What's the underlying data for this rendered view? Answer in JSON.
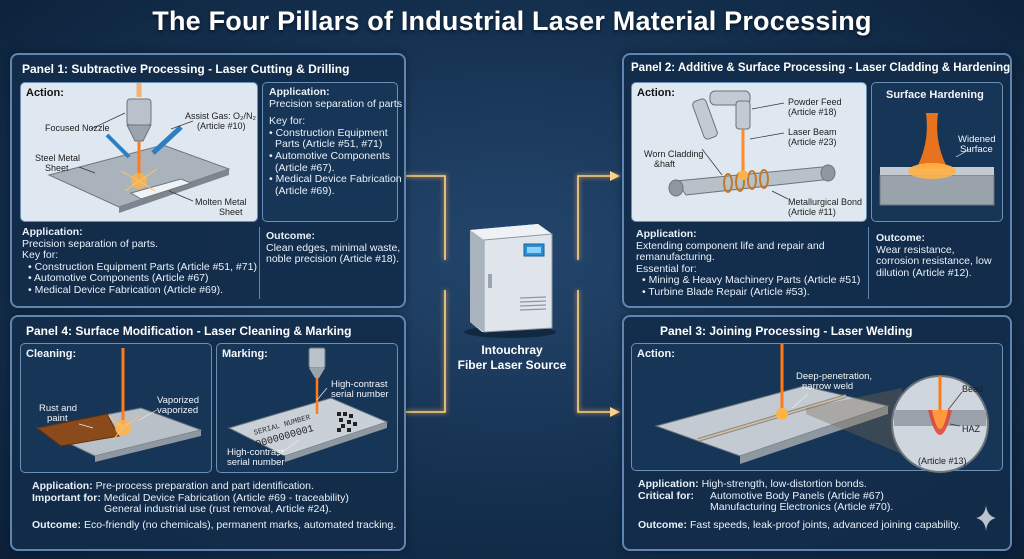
{
  "title": "The Four Pillars of Industrial Laser Material Processing",
  "center": {
    "line1": "Intouchray",
    "line2": "Fiber Laser Source"
  },
  "panel1": {
    "title": "Panel 1: Subtractive Processing - Laser Cutting & Drilling",
    "action_label": "Action:",
    "focused_nozzle": "Focused Nozzle",
    "assist_gas_1": "Assist Gas: O₂/N₂",
    "assist_gas_2": "(Article #10)",
    "steel_1": "Steel Metal",
    "steel_2": "Sheet",
    "molten_1": "Molten Metal",
    "molten_2": "Sheet",
    "app_box": {
      "heading": "Application:",
      "line": "Precision separation of parts",
      "keyfor": "Key for:",
      "items": [
        "• Construction Equipment",
        "  Parts (Article #51, #71)",
        "• Automotive Components",
        "  (Article #67).",
        "• Medical Device Fabrication",
        "  (Article #69)."
      ]
    },
    "application": {
      "heading": "Application:",
      "line": "Precision separation of parts.",
      "keyfor": "Key for:",
      "items": [
        "• Construction Equipment Parts (Article #51, #71)",
        "• Automotive Components (Article #67)",
        "• Medical Device Fabrication (Article #69)."
      ]
    },
    "outcome": {
      "heading": "Outcome:",
      "lines": [
        "Clean edges, minimal waste,",
        "noble precision (Article #18)."
      ]
    }
  },
  "panel2": {
    "title": "Panel 2: Additive & Surface Processing - Laser Cladding & Hardening",
    "action_label": "Action:",
    "powder_1": "Powder Feed",
    "powder_2": "(Article #18)",
    "beam_1": "Laser Beam",
    "beam_2": "(Article #23)",
    "worn_1": "Worn Cladding",
    "worn_2": "&haft",
    "bond_1": "Metallurgical Bond",
    "bond_2": "(Article #11)",
    "hardening_title": "Surface Hardening",
    "widened_1": "Widened",
    "widened_2": "Surface",
    "application": {
      "heading": "Application:",
      "lines": [
        "Extending component life and repair and",
        "remanufacturing."
      ],
      "essential": "Essential for:",
      "items": [
        "• Mining & Heavy Machinery Parts (Article #51)",
        "• Turbine Blade Repair (Article #53)."
      ]
    },
    "outcome": {
      "heading": "Outcome:",
      "lines": [
        "Wear resistance,",
        "corrosion resistance, low",
        "dilution (Article #12)."
      ]
    }
  },
  "panel3": {
    "title": "Panel 3: Joining Processing - Laser Welding",
    "action_label": "Action:",
    "weld_1": "Deep-penetration,",
    "weld_2": "narrow weld",
    "bead": "Bead",
    "haz": "HAZ",
    "article": "(Article #13)",
    "application_label": "Application:",
    "application_text": "High-strength, low-distortion bonds.",
    "critical_label": "Critical for:",
    "critical_items": [
      "Automotive Body Panels (Article #67)",
      "Manufacturing Electronics (Article #70)."
    ],
    "outcome_label": "Outcome:",
    "outcome_text": "Fast speeds, leak-proof joints, advanced joining capability."
  },
  "panel4": {
    "title": "Panel 4: Surface Modification - Laser Cleaning & Marking",
    "cleaning_label": "Cleaning:",
    "rust_1": "Rust and",
    "rust_2": "paint",
    "vapor_1": "Vaporized",
    "vapor_2": "vaporized",
    "marking_label": "Marking:",
    "serial_1": "SERIAL NUMBER",
    "serial_2": "0000000001",
    "hc_top_1": "High-contrast",
    "hc_top_2": "serial number",
    "hc_bot_1": "High-contrast",
    "hc_bot_2": "serial number",
    "application_label": "Application:",
    "application_text": "Pre-process preparation and part identification.",
    "important_label": "Important for:",
    "important_items": [
      "Medical Device Fabrication (Article #69 - traceability)",
      "General industrial use (rust removal, Article #24)."
    ],
    "outcome_label": "Outcome:",
    "outcome_text": "Eco-friendly (no chemicals), permanent marks, automated tracking."
  },
  "colors": {
    "accent": "#f59a3c",
    "panel_border": "#5f86b2",
    "background": "#14304f"
  }
}
